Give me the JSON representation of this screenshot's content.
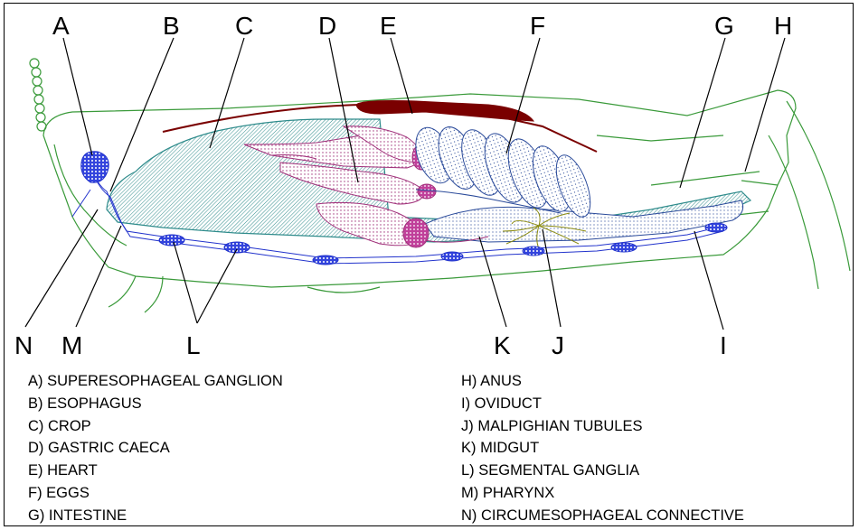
{
  "labels": {
    "A": "A",
    "B": "B",
    "C": "C",
    "D": "D",
    "E": "E",
    "F": "F",
    "G": "G",
    "H": "H",
    "I": "I",
    "J": "J",
    "K": "K",
    "L": "L",
    "M": "M",
    "N": "N"
  },
  "legend": {
    "left": [
      "A) SUPERESOPHAGEAL GANGLION",
      "B) ESOPHAGUS",
      "C) CROP",
      "D) GASTRIC CAECA",
      "E) HEART",
      "F) EGGS",
      "G) INTESTINE"
    ],
    "right": [
      "H) ANUS",
      "I) OVIDUCT",
      "J) MALPIGHIAN TUBULES",
      "K) MIDGUT",
      "L) SEGMENTAL GANGLIA",
      "M) PHARYNX",
      "N) CIRCUMESOPHAGEAL CONNECTIVE"
    ]
  },
  "colors": {
    "body_outline": "#3a9a3a",
    "digestive": "#2e8b8b",
    "heart": "#7a0000",
    "caeca": "#a0307a",
    "eggs": "#2a4a9a",
    "nerve": "#2233cc",
    "tubules": "#8a8a10"
  }
}
